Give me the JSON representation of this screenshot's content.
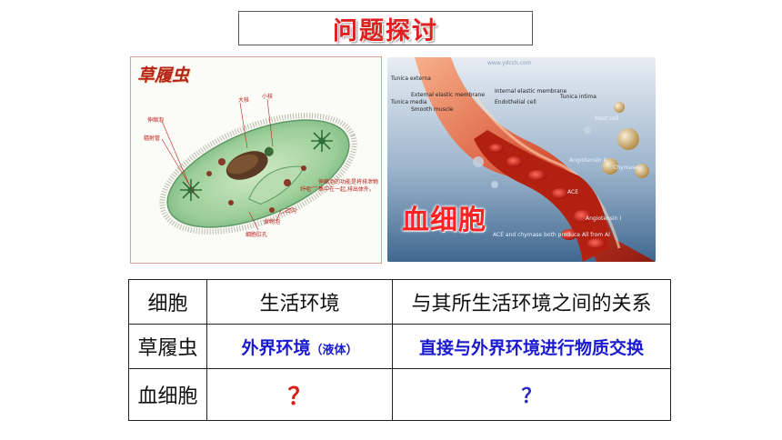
{
  "title": "问题探讨",
  "left_image": {
    "caption": "草履虫",
    "labels": {
      "big_nucleus": "大核",
      "small_nucleus": "小核",
      "contractile_vacuole": "伸缩泡",
      "radial_canal": "辐射管",
      "cilia": "纤毛",
      "oral_groove": "口沟",
      "food_vacuole": "食物泡",
      "anal_pore": "细胞肛孔",
      "note": "伸缩泡的功能是将排泄物集中在一起,排出体外。"
    }
  },
  "right_image": {
    "caption": "血细胞",
    "watermark": "www.ydcch.com",
    "labels": {
      "tunica_externa": "Tunica externa",
      "tunica_media": "Tunica media",
      "external_elastic": "External elastic membrane",
      "smooth_muscle": "Smooth muscle",
      "internal_elastic": "Internal elastic membrane",
      "endothelial": "Endothelial cell",
      "tunica_intima": "Tunica intima",
      "mast_cell": "Mast cell",
      "angiotensin_ii": "Angiotensin II",
      "chymase": "Chymase",
      "ace": "ACE",
      "angiotensin_i": "Angiotensin I",
      "footnote": "ACE and chymase both produce All from AI"
    }
  },
  "table": {
    "headers": [
      "细胞",
      "生活环境",
      "与其所生活环境之间的关系"
    ],
    "rows": [
      {
        "cell": "草履虫",
        "env_main": "外界环境",
        "env_note": "（液体）",
        "relation": "直接与外界环境进行物质交换"
      },
      {
        "cell": "血细胞",
        "env_main": "？",
        "env_note": "",
        "relation": "？"
      }
    ]
  },
  "colors": {
    "title_red": "#e0201e",
    "answer_blue": "#1a1ad0",
    "question_red": "#e01818"
  }
}
